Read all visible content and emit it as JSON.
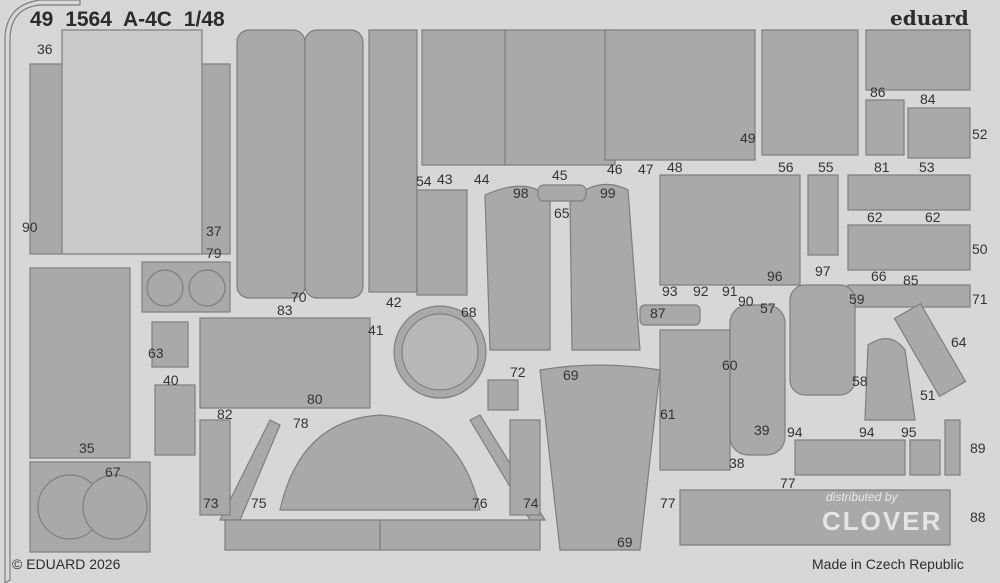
{
  "header": {
    "title": "49 1564  A-4C   1/48",
    "brand": "eduard"
  },
  "labels": [
    "36",
    "37",
    "90",
    "79",
    "54",
    "43",
    "44",
    "45",
    "98",
    "99",
    "65",
    "46",
    "47",
    "48",
    "49",
    "56",
    "55",
    "86",
    "84",
    "52",
    "81",
    "53",
    "62",
    "62",
    "50",
    "66",
    "85",
    "71",
    "59",
    "97",
    "96",
    "93",
    "92",
    "91",
    "90",
    "57",
    "87",
    "42",
    "70",
    "83",
    "41",
    "68",
    "63",
    "40",
    "82",
    "80",
    "78",
    "72",
    "69",
    "60",
    "58",
    "64",
    "51",
    "39",
    "61",
    "38",
    "94",
    "94",
    "95",
    "89",
    "77",
    "77",
    "73",
    "75",
    "76",
    "74",
    "35",
    "67",
    "69",
    "88"
  ],
  "footer": {
    "copyright": "© EDUARD 2026",
    "origin": "Made in Czech Republic"
  },
  "watermark": {
    "line1": "distributed by",
    "line2": "CLOVER"
  },
  "colors": {
    "background": "#d6d7d6",
    "part": "#a8a9a8",
    "outline": "#7d7e7d"
  }
}
